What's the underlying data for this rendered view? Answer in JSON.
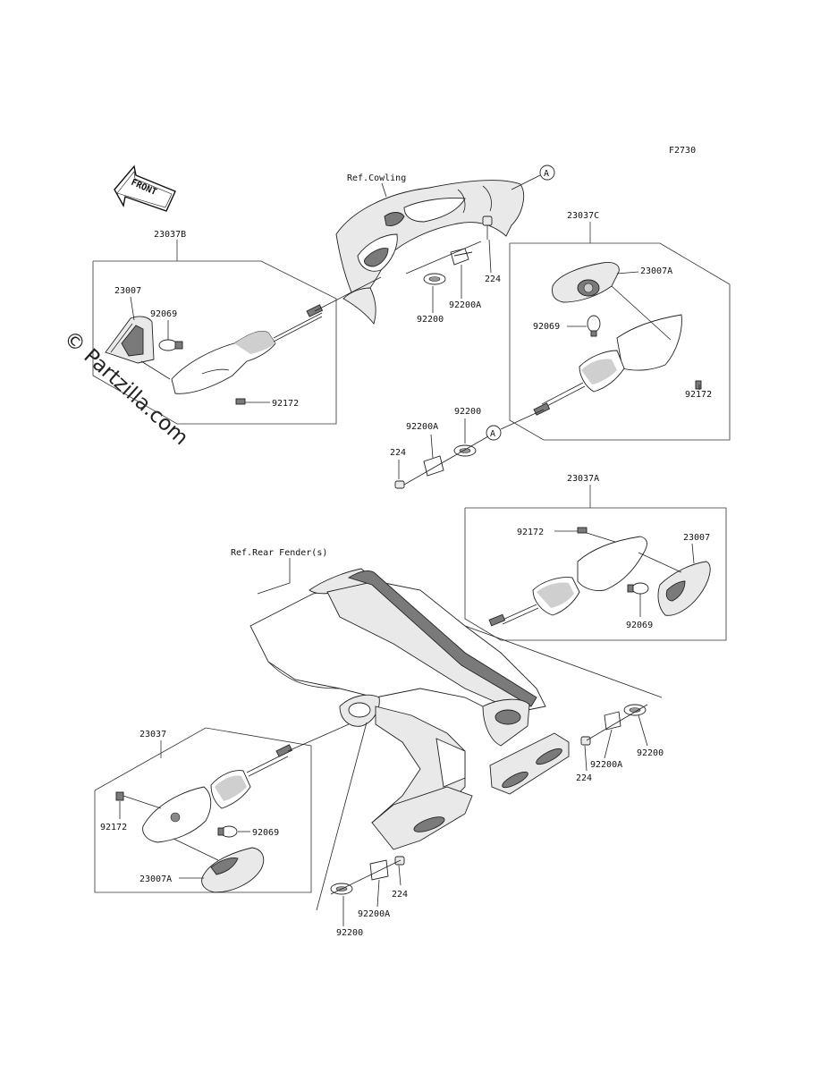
{
  "figure_code": "F2730",
  "front_label": "FRONT",
  "watermark": "© Partzilla.com",
  "ref_labels": {
    "cowling": "Ref.Cowling",
    "rear_fender": "Ref.Rear Fender(s)"
  },
  "connector_marks": [
    "A",
    "A"
  ],
  "groups": {
    "front_left": {
      "assembly": "23037B",
      "parts": {
        "lens": "23007",
        "bulb": "92069",
        "screw": "92172"
      }
    },
    "front_right": {
      "assembly": "23037C",
      "parts": {
        "lens": "23007A",
        "bulb": "92069",
        "screw": "92172"
      }
    },
    "rear_right": {
      "assembly": "23037A",
      "parts": {
        "screw": "92172",
        "lens": "23007",
        "bulb": "92069"
      }
    },
    "rear_left": {
      "assembly": "23037",
      "parts": {
        "screw": "92172",
        "bulb": "92069",
        "lens": "23007A"
      }
    }
  },
  "brackets": {
    "top": {
      "bolt": "224",
      "stay": "92200A",
      "plate": "92200"
    },
    "middle": {
      "bolt": "224",
      "stay": "92200A",
      "plate": "92200"
    },
    "rear_right": {
      "plate": "92200",
      "stay": "92200A",
      "bolt": "224"
    },
    "rear_left": {
      "bolt": "224",
      "stay": "92200A",
      "plate": "92200"
    }
  }
}
